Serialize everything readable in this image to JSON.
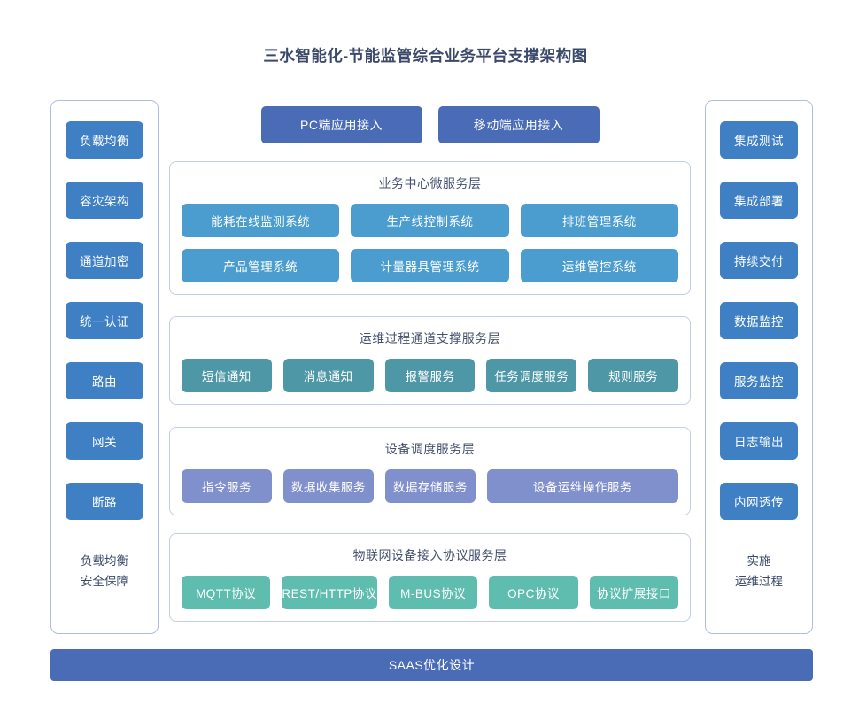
{
  "title": "三水智能化-节能监管综合业务平台支撑架构图",
  "colors": {
    "title_text": "#3b4a6b",
    "sidebar_chip": "#3f80c4",
    "access_button": "#4a6bb5",
    "business_chip": "#4b9ccf",
    "ops_chip": "#4d97a6",
    "device_chip": "#8090cc",
    "protocol_chip": "#5fbdb0",
    "bottom_bar": "#4a6bb5",
    "panel_border": "#c3cfe8",
    "side_panel_border": "#aebddf"
  },
  "left_column": {
    "items": [
      {
        "label": "负载均衡"
      },
      {
        "label": "容灾架构"
      },
      {
        "label": "通道加密"
      },
      {
        "label": "统一认证"
      },
      {
        "label": "路由"
      },
      {
        "label": "网关"
      },
      {
        "label": "断路"
      }
    ],
    "footer": {
      "line1": "负载均衡",
      "line2": "安全保障"
    }
  },
  "right_column": {
    "items": [
      {
        "label": "集成测试"
      },
      {
        "label": "集成部署"
      },
      {
        "label": "持续交付"
      },
      {
        "label": "数据监控"
      },
      {
        "label": "服务监控"
      },
      {
        "label": "日志输出"
      },
      {
        "label": "内网透传"
      }
    ],
    "footer": {
      "line1": "实施",
      "line2": "运维过程"
    }
  },
  "access": {
    "buttons": [
      {
        "label": "PC端应用接入"
      },
      {
        "label": "移动端应用接入"
      }
    ]
  },
  "layers": [
    {
      "id": "business",
      "title": "业务中心微服务层",
      "rows": [
        [
          {
            "label": "能耗在线监测系统"
          },
          {
            "label": "生产线控制系统"
          },
          {
            "label": "排班管理系统"
          }
        ],
        [
          {
            "label": "产品管理系统"
          },
          {
            "label": "计量器具管理系统"
          },
          {
            "label": "运维管控系统"
          }
        ]
      ]
    },
    {
      "id": "ops",
      "title": "运维过程通道支撑服务层",
      "rows": [
        [
          {
            "label": "短信通知"
          },
          {
            "label": "消息通知"
          },
          {
            "label": "报警服务"
          },
          {
            "label": "任务调度服务"
          },
          {
            "label": "规则服务"
          }
        ]
      ]
    },
    {
      "id": "device",
      "title": "设备调度服务层",
      "rows": [
        [
          {
            "label": "指令服务"
          },
          {
            "label": "数据收集服务"
          },
          {
            "label": "数据存储服务"
          },
          {
            "label": "设备运维操作服务",
            "wide": true
          }
        ]
      ]
    },
    {
      "id": "protocol",
      "title": "物联网设备接入协议服务层",
      "rows": [
        [
          {
            "label": "MQTT协议"
          },
          {
            "label": "REST/HTTP协议"
          },
          {
            "label": "M-BUS协议"
          },
          {
            "label": "OPC协议"
          },
          {
            "label": "协议扩展接口"
          }
        ]
      ]
    }
  ],
  "bottom_bar": {
    "label": "SAAS优化设计"
  }
}
